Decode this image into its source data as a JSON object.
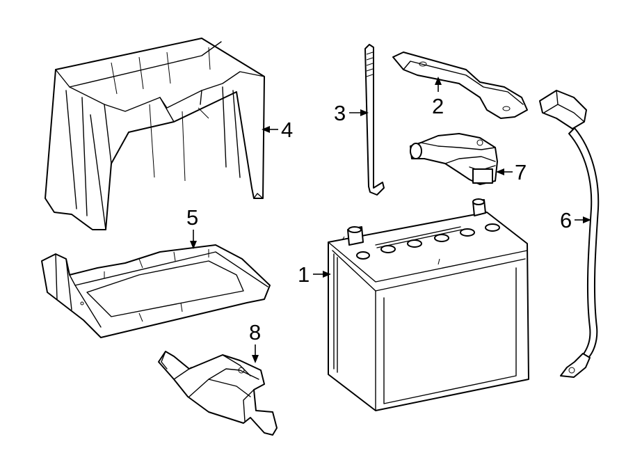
{
  "callouts": {
    "battery": "1",
    "hold_down_bracket": "2",
    "hold_down_rod": "3",
    "battery_box_cover": "4",
    "battery_tray": "5",
    "ground_cable": "6",
    "current_sensor": "7",
    "terminal_clamp": "8"
  },
  "colors": {
    "line": "#000000",
    "background": "#ffffff"
  }
}
